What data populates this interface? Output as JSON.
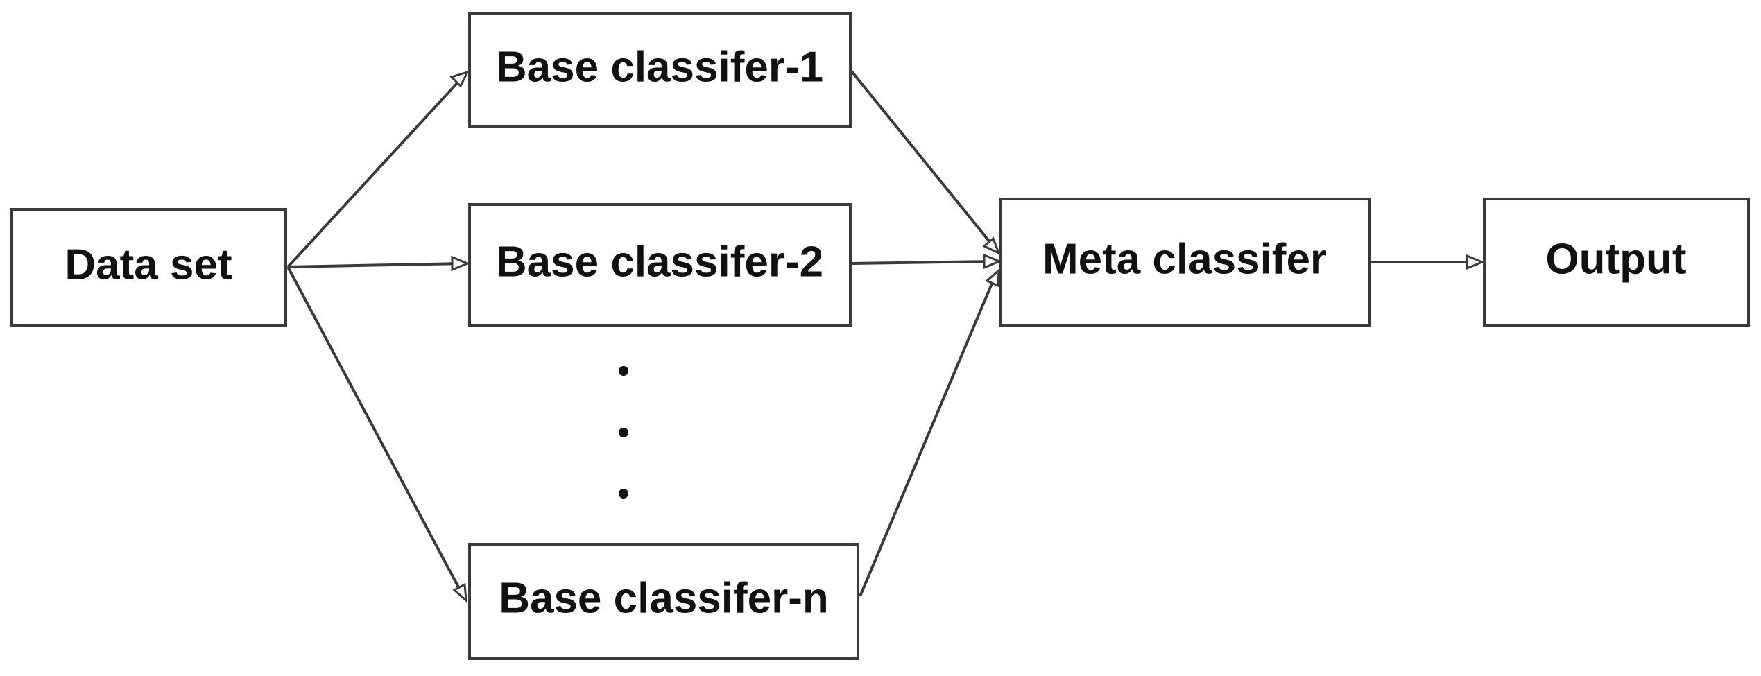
{
  "diagram": {
    "nodes": {
      "dataset": {
        "label": "Data set"
      },
      "base1": {
        "label": "Base classifer-1"
      },
      "base2": {
        "label": "Base classifer-2"
      },
      "basen": {
        "label": "Base classifer-n"
      },
      "meta": {
        "label": "Meta classifer"
      },
      "output": {
        "label": "Output"
      }
    },
    "edges": [
      {
        "from": "dataset",
        "to": "base1"
      },
      {
        "from": "dataset",
        "to": "base2"
      },
      {
        "from": "dataset",
        "to": "basen"
      },
      {
        "from": "base1",
        "to": "meta"
      },
      {
        "from": "base2",
        "to": "meta"
      },
      {
        "from": "basen",
        "to": "meta"
      },
      {
        "from": "meta",
        "to": "output"
      }
    ],
    "ellipsis": "⋮"
  },
  "colors": {
    "stroke": "#3a3a3a",
    "text": "#111111",
    "background": "#ffffff"
  }
}
